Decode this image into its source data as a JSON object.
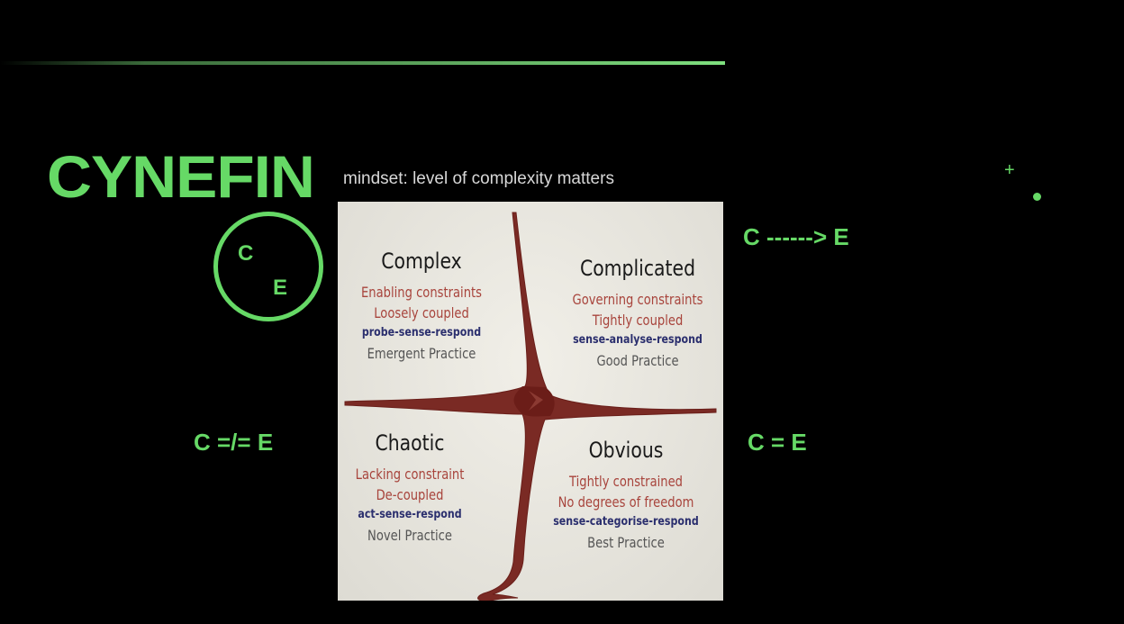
{
  "slide": {
    "title": "CYNEFIN",
    "subtitle": "mindset: level of complexity matters",
    "circle_labels": {
      "cause": "C",
      "effect": "E"
    },
    "relations": {
      "arrow": "C ------> E",
      "not_equal": "C =/= E",
      "equal": "C = E"
    },
    "accent_color": "#66d966"
  },
  "diagram": {
    "quadrants": [
      {
        "name": "Complex",
        "constraints": "Enabling constraints",
        "coupling": "Loosely coupled",
        "approach": "probe-sense-respond",
        "practice": "Emergent Practice"
      },
      {
        "name": "Complicated",
        "constraints": "Governing constraints",
        "coupling": "Tightly coupled",
        "approach": "sense-analyse-respond",
        "practice": "Good Practice"
      },
      {
        "name": "Chaotic",
        "constraints": "Lacking constraint",
        "coupling": "De-coupled",
        "approach": "act-sense-respond",
        "practice": "Novel Practice"
      },
      {
        "name": "Obvious",
        "constraints": "Tightly constrained",
        "coupling": "No degrees of freedom",
        "approach": "sense-categorise-respond",
        "practice": "Best Practice"
      }
    ]
  }
}
